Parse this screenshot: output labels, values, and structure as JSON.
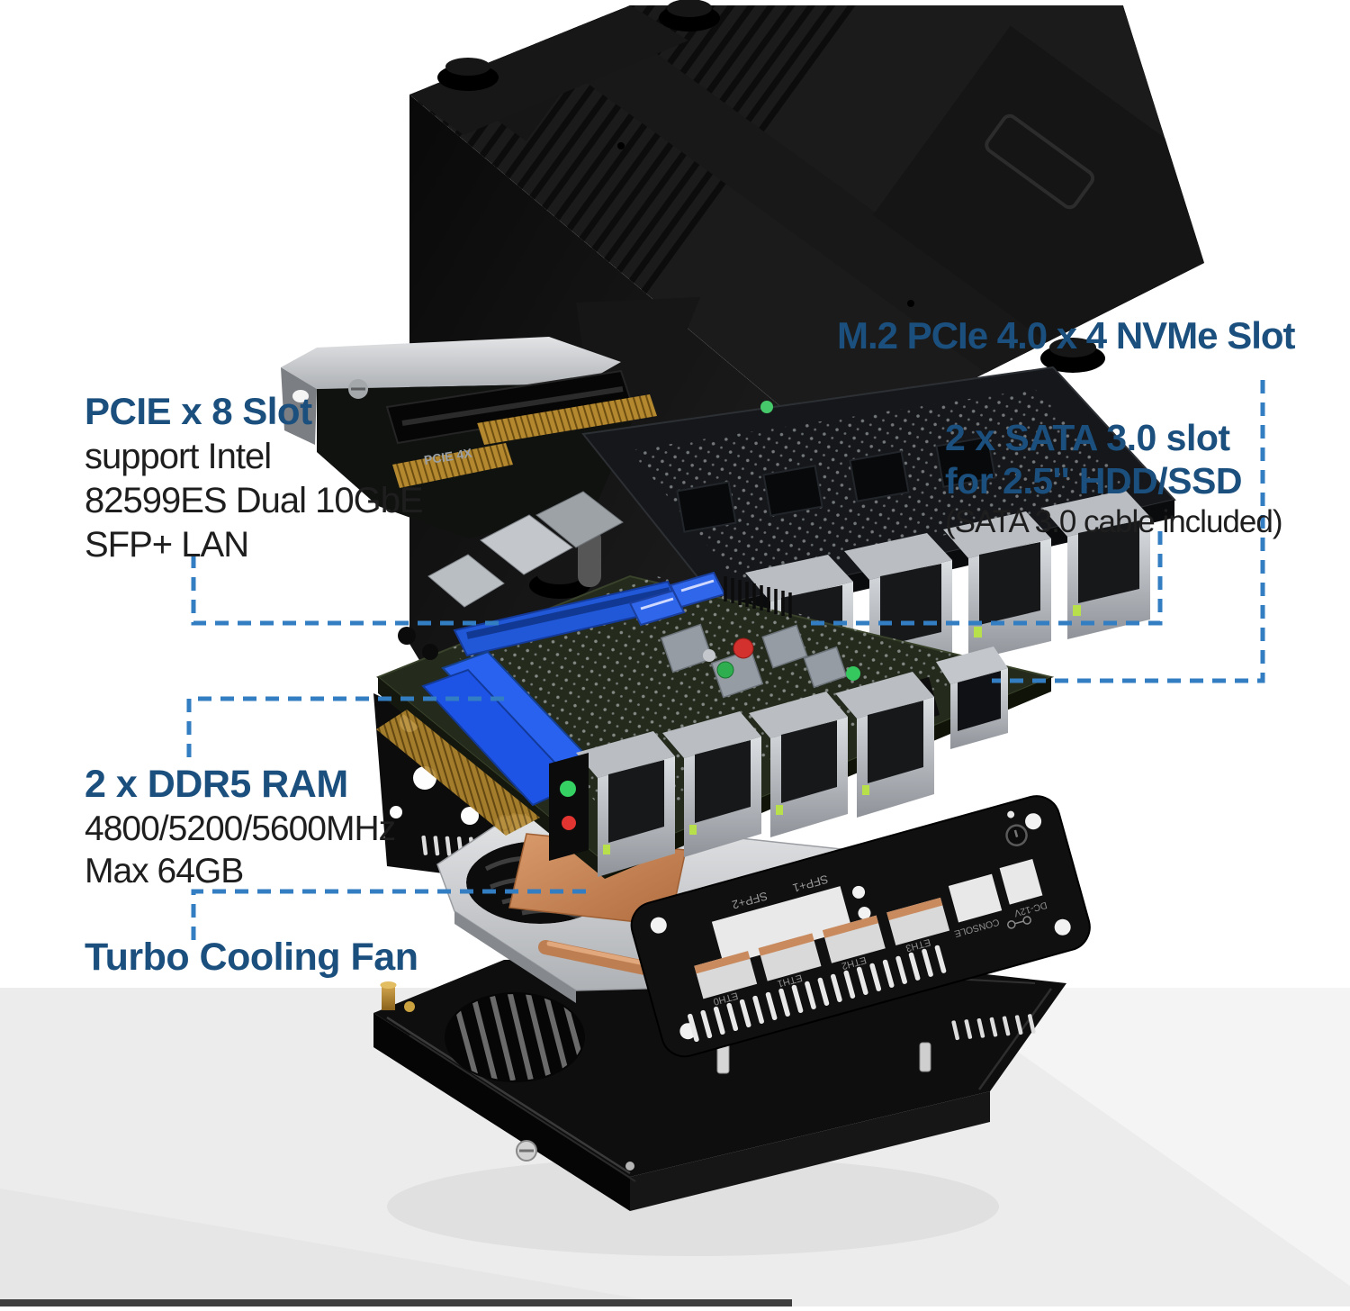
{
  "colors": {
    "label_blue": "#1b4f7e",
    "body_text": "#1e1e1e",
    "dash_blue": "#337dc2",
    "floor_gray": "#ececec",
    "case_black": "#141414",
    "pcb_olive": "#242a1c",
    "slot_blue": "#2158d8",
    "copper": "#c5815a",
    "silver": "#c3c7cb",
    "gold": "#c0903a"
  },
  "callouts": {
    "m2": {
      "title": "M.2 PCIe 4.0 x 4 NVMe Slot"
    },
    "pcie": {
      "title": "PCIE x 8 Slot",
      "line1": "support Intel",
      "line2": "82599ES Dual 10GbE",
      "line3": "SFP+ LAN"
    },
    "sata": {
      "title1": "2 x SATA 3.0 slot",
      "title2": "for 2.5'' HDD/SSD",
      "note": "(SATA 3.0 cable included)"
    },
    "ddr": {
      "title": "2 x DDR5 RAM",
      "line1": "4800/5200/5600MHz",
      "line2": "Max 64GB"
    },
    "fan": {
      "title": "Turbo Cooling Fan"
    }
  },
  "riser": {
    "silk": "PCIE 4X"
  },
  "rear_panel": {
    "sfp2": "SFP+2",
    "sfp1": "SFP+1",
    "eth0": "ETH0",
    "eth1": "ETH1",
    "eth2": "ETH2",
    "eth3": "ETH3",
    "console": "CONSOLE",
    "dc": "DC-12V"
  }
}
